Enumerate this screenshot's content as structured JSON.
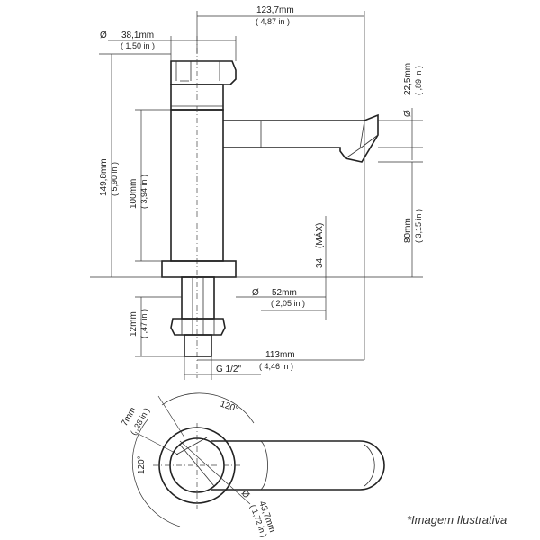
{
  "dimensions": {
    "total_width": {
      "mm": "123,7mm",
      "in": "( 4,87 in )"
    },
    "top_diameter": {
      "symbol": "Ø",
      "mm": "38,1mm",
      "in": "( 1,50 in )"
    },
    "total_height": {
      "mm": "149,8mm",
      "in": "( 5,90 in )"
    },
    "body_height": {
      "mm": "100mm",
      "in": "( 3,94 in )"
    },
    "spout_diameter": {
      "symbol": "Ø",
      "mm": "22,5mm",
      "in": "( ,89 in )"
    },
    "spout_height": {
      "mm": "80mm",
      "in": "( 3,15 in )"
    },
    "max_thickness": {
      "value": "34",
      "note": "(MÁX)"
    },
    "base_diameter": {
      "symbol": "Ø",
      "mm": "52mm",
      "in": "( 2,05 in )"
    },
    "thread_length": {
      "mm": "12mm",
      "in": "( ,47 in )"
    },
    "reach": {
      "mm": "113mm",
      "in": "( 4,46 in )"
    },
    "thread": {
      "label": "G 1/2\""
    },
    "handle_offset": {
      "mm": "7mm",
      "in": "( ,28 in )"
    },
    "angle_top": {
      "label": "120°"
    },
    "angle_left": {
      "label": "120°"
    },
    "bottom_diameter": {
      "symbol": "Ø",
      "mm": "43,7mm",
      "in": "( 1,72 in )"
    }
  },
  "footer_note": "*Imagem Ilustrativa"
}
